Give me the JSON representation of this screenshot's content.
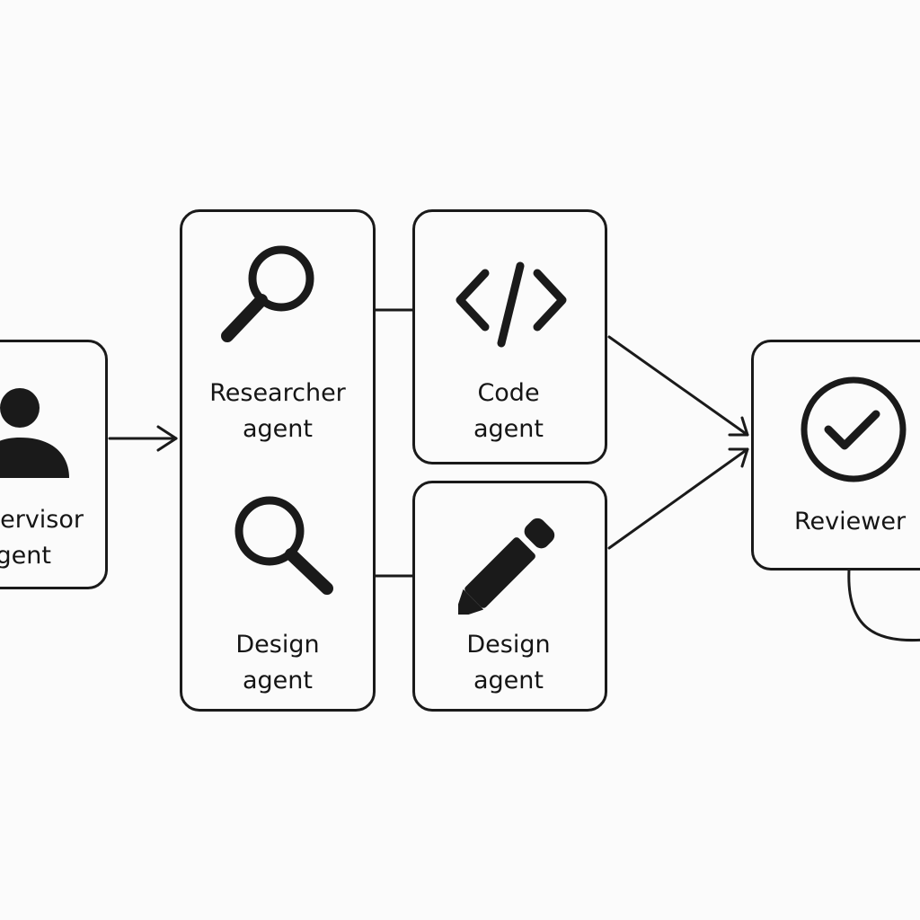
{
  "diagram": {
    "colors": {
      "stroke": "#1a1a1a",
      "text": "#151515",
      "background": "#fbfbfb"
    },
    "nodes": {
      "supervisor": {
        "icon": "user-icon",
        "label_line1": "Supervisor",
        "label_line2": "agent"
      },
      "researcher": {
        "icon": "magnifier-icon",
        "label_line1": "Researcher",
        "label_line2": "agent"
      },
      "design_left": {
        "icon": "magnifier-icon",
        "label_line1": "Design",
        "label_line2": "agent"
      },
      "code": {
        "icon": "code-brackets-icon",
        "label_line1": "Code",
        "label_line2": "agent"
      },
      "design_right": {
        "icon": "pencil-icon",
        "label_line1": "Design",
        "label_line2": "agent"
      },
      "reviewer": {
        "icon": "check-circle-icon",
        "label_line1": "Reviewer"
      }
    },
    "edges": [
      {
        "from": "supervisor",
        "to": "researcher-column",
        "arrow": true
      },
      {
        "from": "researcher",
        "to": "code",
        "arrow": false
      },
      {
        "from": "design_left",
        "to": "design_right",
        "arrow": false
      },
      {
        "from": "code",
        "to": "reviewer",
        "arrow": true
      },
      {
        "from": "design_right",
        "to": "reviewer",
        "arrow": true
      },
      {
        "from": "reviewer",
        "to": "reviewer",
        "arrow": false,
        "kind": "loop"
      }
    ]
  }
}
